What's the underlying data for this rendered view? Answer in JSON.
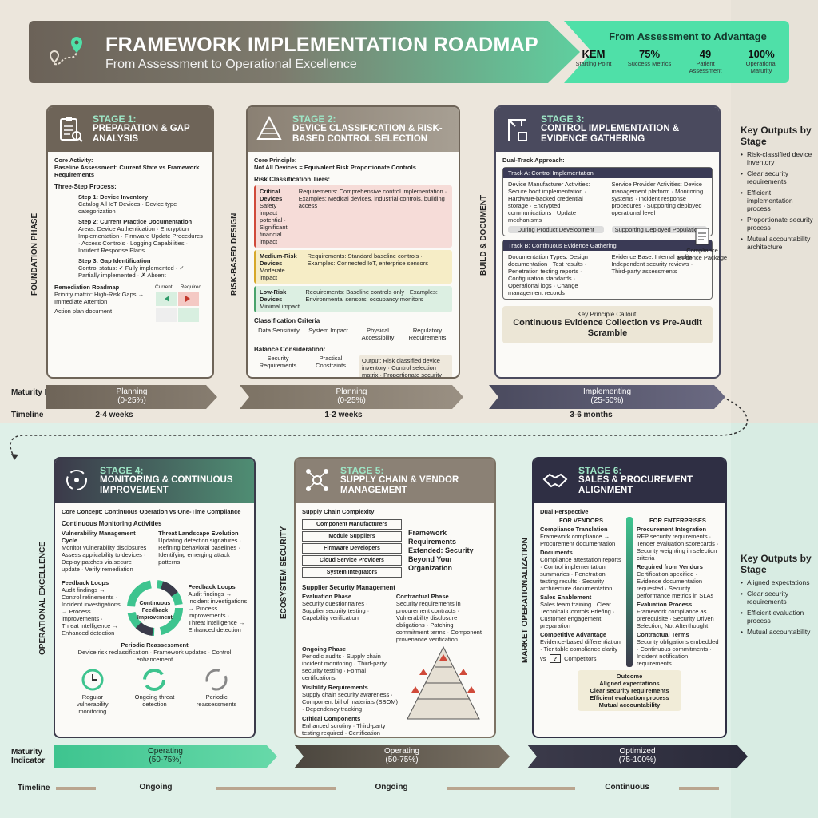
{
  "header": {
    "title": "FRAMEWORK IMPLEMENTATION ROADMAP",
    "subtitle": "From Assessment to Operational Excellence",
    "right_title": "From Assessment to Advantage",
    "metrics": [
      {
        "value": "KEM",
        "label": "Starting Point"
      },
      {
        "value": "75%",
        "label": "Success Metrics"
      },
      {
        "value": "49",
        "label": "Patient Assessment"
      },
      {
        "value": "100%",
        "label": "Operational Maturity"
      }
    ]
  },
  "phases": {
    "foundation": "FOUNDATION PHASE",
    "risk": "RISK-BASED DESIGN",
    "build": "BUILD & DOCUMENT",
    "operational": "OPERATIONAL EXCELLENCE",
    "ecosystem": "ECOSYSTEM SECURITY",
    "market": "MARKET OPERATIONALIZATION"
  },
  "stage1": {
    "stage": "STAGE 1:",
    "name": "PREPARATION & GAP ANALYSIS",
    "core_label": "Core Activity:",
    "core": "Baseline Assessment: Current State vs Framework Requirements",
    "process_title": "Three-Step Process:",
    "step1": "Step 1: Device Inventory",
    "step1_d": "Catalog All IoT Devices · Device type categorization",
    "step2": "Step 2: Current Practice Documentation",
    "step2_d": "Areas: Device Authentication · Encryption Implementation · Firmware Update Procedures · Access Controls · Logging Capabilities · Incident Response Plans",
    "step3": "Step 3: Gap Identification",
    "step3_d": "Control status: ✓ Fully implemented · ✓ Partially implemented · ✗ Absent",
    "roadmap_title": "Remediation Roadmap",
    "roadmap_d": "Priority matrix: High-Risk Gaps → Immediate Attention",
    "action": "Action plan document",
    "matrix_current": "Current",
    "matrix_required": "Required"
  },
  "stage2": {
    "stage": "STAGE 2:",
    "name": "DEVICE CLASSIFICATION & RISK-BASED CONTROL SELECTION",
    "core_label": "Core Principle:",
    "core": "Not All Devices = Equivalent Risk Proportionate Controls",
    "tiers_title": "Risk Classification Tiers:",
    "tiers": [
      {
        "name": "Critical Devices",
        "desc": "Safety impact potential · Significant financial impact",
        "req": "Requirements: Comprehensive control implementation · Examples: Medical devices, industrial controls, building access"
      },
      {
        "name": "Medium-Risk Devices",
        "desc": "Moderate impact",
        "req": "Requirements: Standard baseline controls · Examples: Connected IoT, enterprise sensors"
      },
      {
        "name": "Low-Risk Devices",
        "desc": "Minimal impact",
        "req": "Requirements: Baseline controls only · Examples: Environmental sensors, occupancy monitors"
      }
    ],
    "criteria_title": "Classification Criteria",
    "criteria": [
      "Data Sensitivity",
      "System Impact",
      "Physical Accessibility",
      "Regulatory Requirements"
    ],
    "balance_title": "Balance Consideration:",
    "balance_left": "Security Requirements",
    "balance_right": "Practical Constraints",
    "output": "Output: Risk classified device inventory · Control selection matrix · Proportionate security architecture"
  },
  "stage3": {
    "stage": "STAGE 3:",
    "name": "CONTROL IMPLEMENTATION & EVIDENCE GATHERING",
    "approach": "Dual-Track Approach:",
    "trackA": "Track A: Control Implementation",
    "trackA_left": "Device Manufacturer Activities: Secure boot implementation · Hardware-backed credential storage · Encrypted communications · Update mechanisms",
    "trackA_right": "Service Provider Activities: Device management platform · Monitoring systems · Incident response procedures · Supporting deployed operational level",
    "during": "During Product Development",
    "supporting": "Supporting Deployed Populations",
    "trackB": "Track B: Continuous Evidence Gathering",
    "trackB_left": "Documentation Types: Design documentation · Test results · Penetration testing reports · Configuration standards · Operational logs · Change management records",
    "trackB_right": "Evidence Base: Internal audits · Independent security reviews · Third-party assessments",
    "package": "Compliance Evidence Package",
    "callout_label": "Key Principle Callout:",
    "callout": "Continuous Evidence Collection vs Pre-Audit Scramble"
  },
  "key_outputs_top": {
    "title": "Key Outputs by Stage",
    "items": [
      "Risk-classified device inventory",
      "Clear security requirements",
      "Efficient implementation process",
      "Proportionate security process",
      "Mutual accountability architecture"
    ]
  },
  "maturity_top": [
    {
      "label": "Planning",
      "range": "(0-25%)"
    },
    {
      "label": "Planning",
      "range": "(0-25%)"
    },
    {
      "label": "Implementing",
      "range": "(25-50%)"
    }
  ],
  "timeline_top": [
    "2-4 weeks",
    "1-2 weeks",
    "3-6 months"
  ],
  "row_labels": {
    "maturity": "Maturity Indicator",
    "timeline": "Timeline"
  },
  "stage4": {
    "stage": "STAGE 4:",
    "name": "MONITORING & CONTINUOUS IMPROVEMENT",
    "core": "Core Concept: Continuous Operation vs One-Time Compliance",
    "activities": "Continuous Monitoring Activities",
    "vuln": "Vulnerability Management Cycle",
    "vuln_d": "Monitor vulnerability disclosures · Assess applicability to devices · Deploy patches via secure update · Verify remediation",
    "threat": "Threat Landscape Evolution",
    "threat_d": "Updating detection signatures · Refining behavioral baselines · Identifying emerging attack patterns",
    "center": "Continuous Feedback Improvement",
    "feedback": "Feedback Loops",
    "feedback_d": "Audit findings → Control refinements · Incident investigations → Process improvements · Threat intelligence → Enhanced detection",
    "feedback_r": "Feedback Loops",
    "feedback_r_d": "Audit findings → Incident investigations → Process improvements · Threat intelligence → Enhanced detection",
    "periodic": "Periodic Reassessment",
    "periodic_d": "Device risk reclassification · Framework updates · Control enhancement",
    "icons": [
      "Regular vulnerability monitoring",
      "Ongoing threat detection",
      "Periodic reassessments"
    ]
  },
  "stage5": {
    "stage": "STAGE 5:",
    "name": "SUPPLY CHAIN & VENDOR MANAGEMENT",
    "complexity": "Supply Chain Complexity",
    "chain": [
      "Component Manufacturers",
      "Module Suppliers",
      "Firmware Developers",
      "Cloud Service Providers",
      "System Integrators"
    ],
    "extended": "Framework Requirements Extended: Security Beyond Your Organization",
    "supplier": "Supplier Security Management",
    "eval": "Evaluation Phase",
    "eval_d": "Security questionnaires · Supplier security testing · Capability verification",
    "contract": "Contractual Phase",
    "contract_d": "Security requirements in procurement contracts · Vulnerability disclosure obligations · Patching commitment terms · Component provenance verification",
    "ongoing": "Ongoing Phase",
    "ongoing_d": "Periodic audits · Supply chain incident monitoring · Third-party security testing · Formal certifications",
    "visibility": "Visibility Requirements",
    "visibility_d": "Supply chain security awareness · Component bill of materials (SBOM) · Dependency tracking",
    "critical": "Critical Components",
    "critical_d": "Enhanced scrutiny · Third-party testing required · Certification mandates"
  },
  "stage6": {
    "stage": "STAGE 6:",
    "name": "SALES & PROCUREMENT ALIGNMENT",
    "dual": "Dual Perspective",
    "vendors": "FOR VENDORS",
    "enterprises": "FOR ENTERPRISES",
    "translation": "Compliance Translation",
    "translation_d": "Framework compliance → Procurement documentation",
    "docs": "Documents",
    "docs_d": "Compliance attestation reports · Control implementation summaries · Penetration testing results · Security architecture documentation",
    "sales": "Sales Enablement",
    "sales_d": "Sales team training · Clear Technical Controls Briefing · Customer engagement preparation",
    "advantage": "Competitive Advantage",
    "advantage_d": "Evidence-based differentiation · Tier table compliance clarity",
    "vs": "vs",
    "competitors": "Competitors",
    "proc": "Procurement Integration",
    "proc_d": "RFP security requirements · Tender evaluation scorecards · Security weighting in selection criteria",
    "required": "Required from Vendors",
    "required_d": "Certification specified · Evidence documentation requested · Security performance metrics in SLAs",
    "evalp": "Evaluation Process",
    "evalp_d": "Framework compliance as prerequisite · Security Driven Selection, Not Afterthought",
    "terms": "Contractual Terms",
    "terms_d": "Security obligations embedded · Continuous commitments · Incident notification requirements",
    "outcome": "Outcome",
    "outcome_items": [
      "Aligned expectations",
      "Clear security requirements",
      "Efficient evaluation process",
      "Mutual accountability"
    ]
  },
  "key_outputs_bottom": {
    "title": "Key Outputs by Stage",
    "items": [
      "Aligned expectations",
      "Clear security requirements",
      "Efficient evaluation process",
      "Mutual accountability"
    ]
  },
  "maturity_bottom": [
    {
      "label": "Operating",
      "range": "(50-75%)"
    },
    {
      "label": "Operating",
      "range": "(50-75%)"
    },
    {
      "label": "Optimized",
      "range": "(75-100%)"
    }
  ],
  "timeline_bottom": [
    "Ongoing",
    "Ongoing",
    "Continuous"
  ]
}
